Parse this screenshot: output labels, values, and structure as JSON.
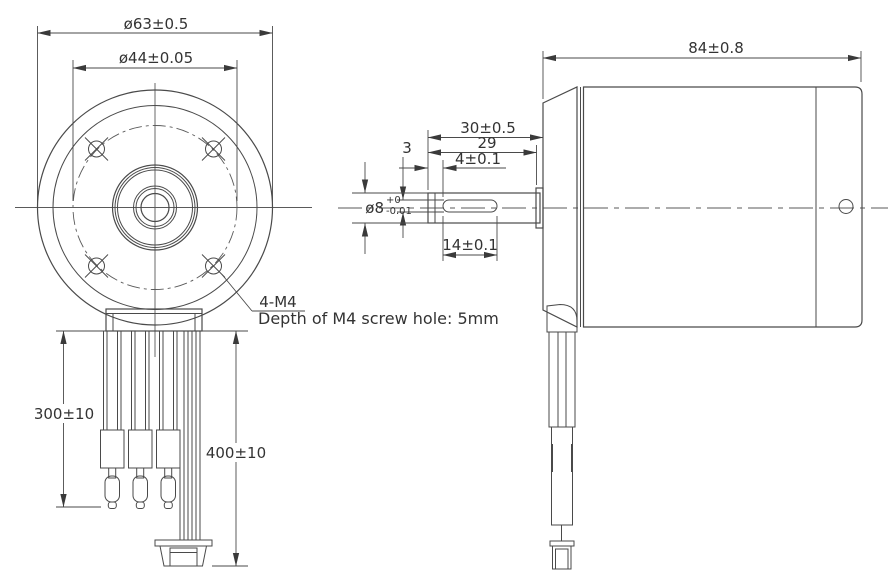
{
  "front": {
    "dim_outer_diameter": "ø63±0.5",
    "dim_bolt_circle": "ø44±0.05",
    "screw_callout": "4-M4",
    "screw_depth_note": "Depth of M4 screw hole: 5mm",
    "dim_phase_wire_length": "300±10",
    "dim_signal_wire_length": "400±10"
  },
  "side": {
    "dim_body_length": "84±0.8",
    "dim_shaft_total_length": "30±0.5",
    "dim_shaft_exposed_length": "29",
    "dim_flat_offset": "4±0.1",
    "dim_step": "3",
    "dim_shaft_diameter": "ø8",
    "dim_shaft_tol_upper": "+0",
    "dim_shaft_tol_lower": "-0.01",
    "dim_flat_length": "14±0.1"
  },
  "colors": {
    "line": "#4a4a4a",
    "text": "#333333",
    "background": "#ffffff"
  }
}
